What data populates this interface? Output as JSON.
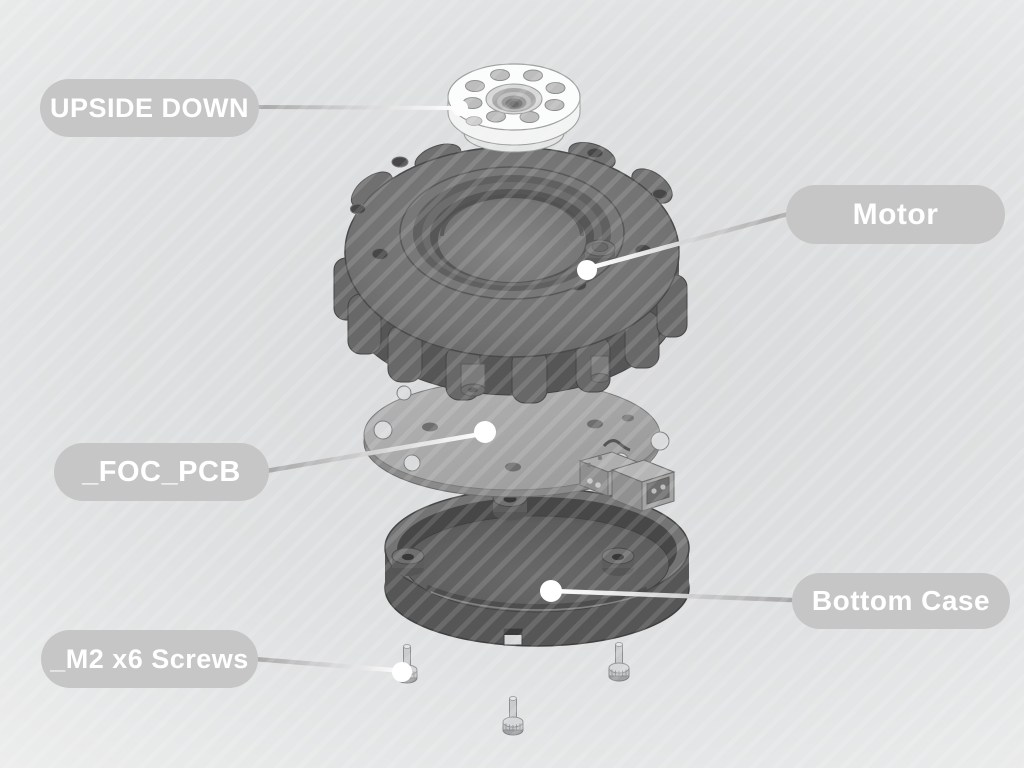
{
  "diagram": {
    "type": "exploded-assembly-view",
    "callouts": [
      {
        "id": "upside_down",
        "text": "UPSIDE DOWN",
        "side": "left"
      },
      {
        "id": "motor",
        "text": "Motor",
        "side": "right"
      },
      {
        "id": "foc_pcb",
        "text": "_FOC_PCB",
        "side": "left"
      },
      {
        "id": "bottom_case",
        "text": "Bottom Case",
        "side": "right"
      },
      {
        "id": "m2_screws",
        "text": "_M2 x6 Screws",
        "side": "left"
      }
    ],
    "callout_style": {
      "pill_color": "#c6c6c6",
      "text_color": "#ffffff",
      "leader_line_pill_end": "#a8a8a8",
      "leader_line_part_end": "#ffffff",
      "leader_dot_color": "#ffffff"
    },
    "parts": [
      {
        "name": "rotor-mount-flange",
        "callout": "UPSIDE DOWN",
        "color": "#f4f5f5"
      },
      {
        "name": "motor-housing",
        "callout": "Motor",
        "color": "#636363"
      },
      {
        "name": "foc-driver-pcb",
        "callout": "_FOC_PCB",
        "color": "#a9a9a9"
      },
      {
        "name": "bottom-case",
        "callout": "Bottom Case",
        "color": "#5e5e5e"
      },
      {
        "name": "m2-screws",
        "callout": "_M2 x6 Screws",
        "visible_count": 3,
        "color": "#c7c9cb"
      }
    ],
    "background": {
      "base": "#dee0e1",
      "corner": "#f7f8f8"
    }
  }
}
